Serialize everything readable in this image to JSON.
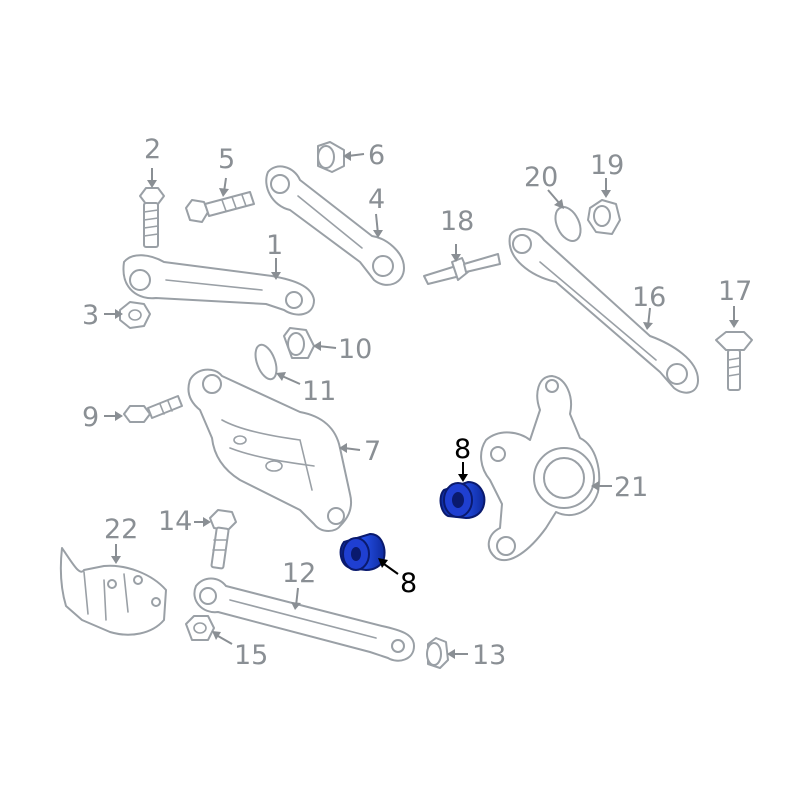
{
  "callouts": {
    "c1": "1",
    "c2": "2",
    "c3": "3",
    "c4": "4",
    "c5": "5",
    "c6": "6",
    "c7": "7",
    "c8a": "8",
    "c8b": "8",
    "c9": "9",
    "c10": "10",
    "c11": "11",
    "c12": "12",
    "c13": "13",
    "c14": "14",
    "c15": "15",
    "c16": "16",
    "c17": "17",
    "c18": "18",
    "c19": "19",
    "c20": "20",
    "c21": "21",
    "c22": "22"
  },
  "colors": {
    "line_art": "#9aa0a6",
    "callout_gray": "#8a8f94",
    "highlight_label": "#000000",
    "highlight_part": "#1f3fd1",
    "highlight_part_dark": "#0a1a6e"
  },
  "highlighted_part": "8"
}
